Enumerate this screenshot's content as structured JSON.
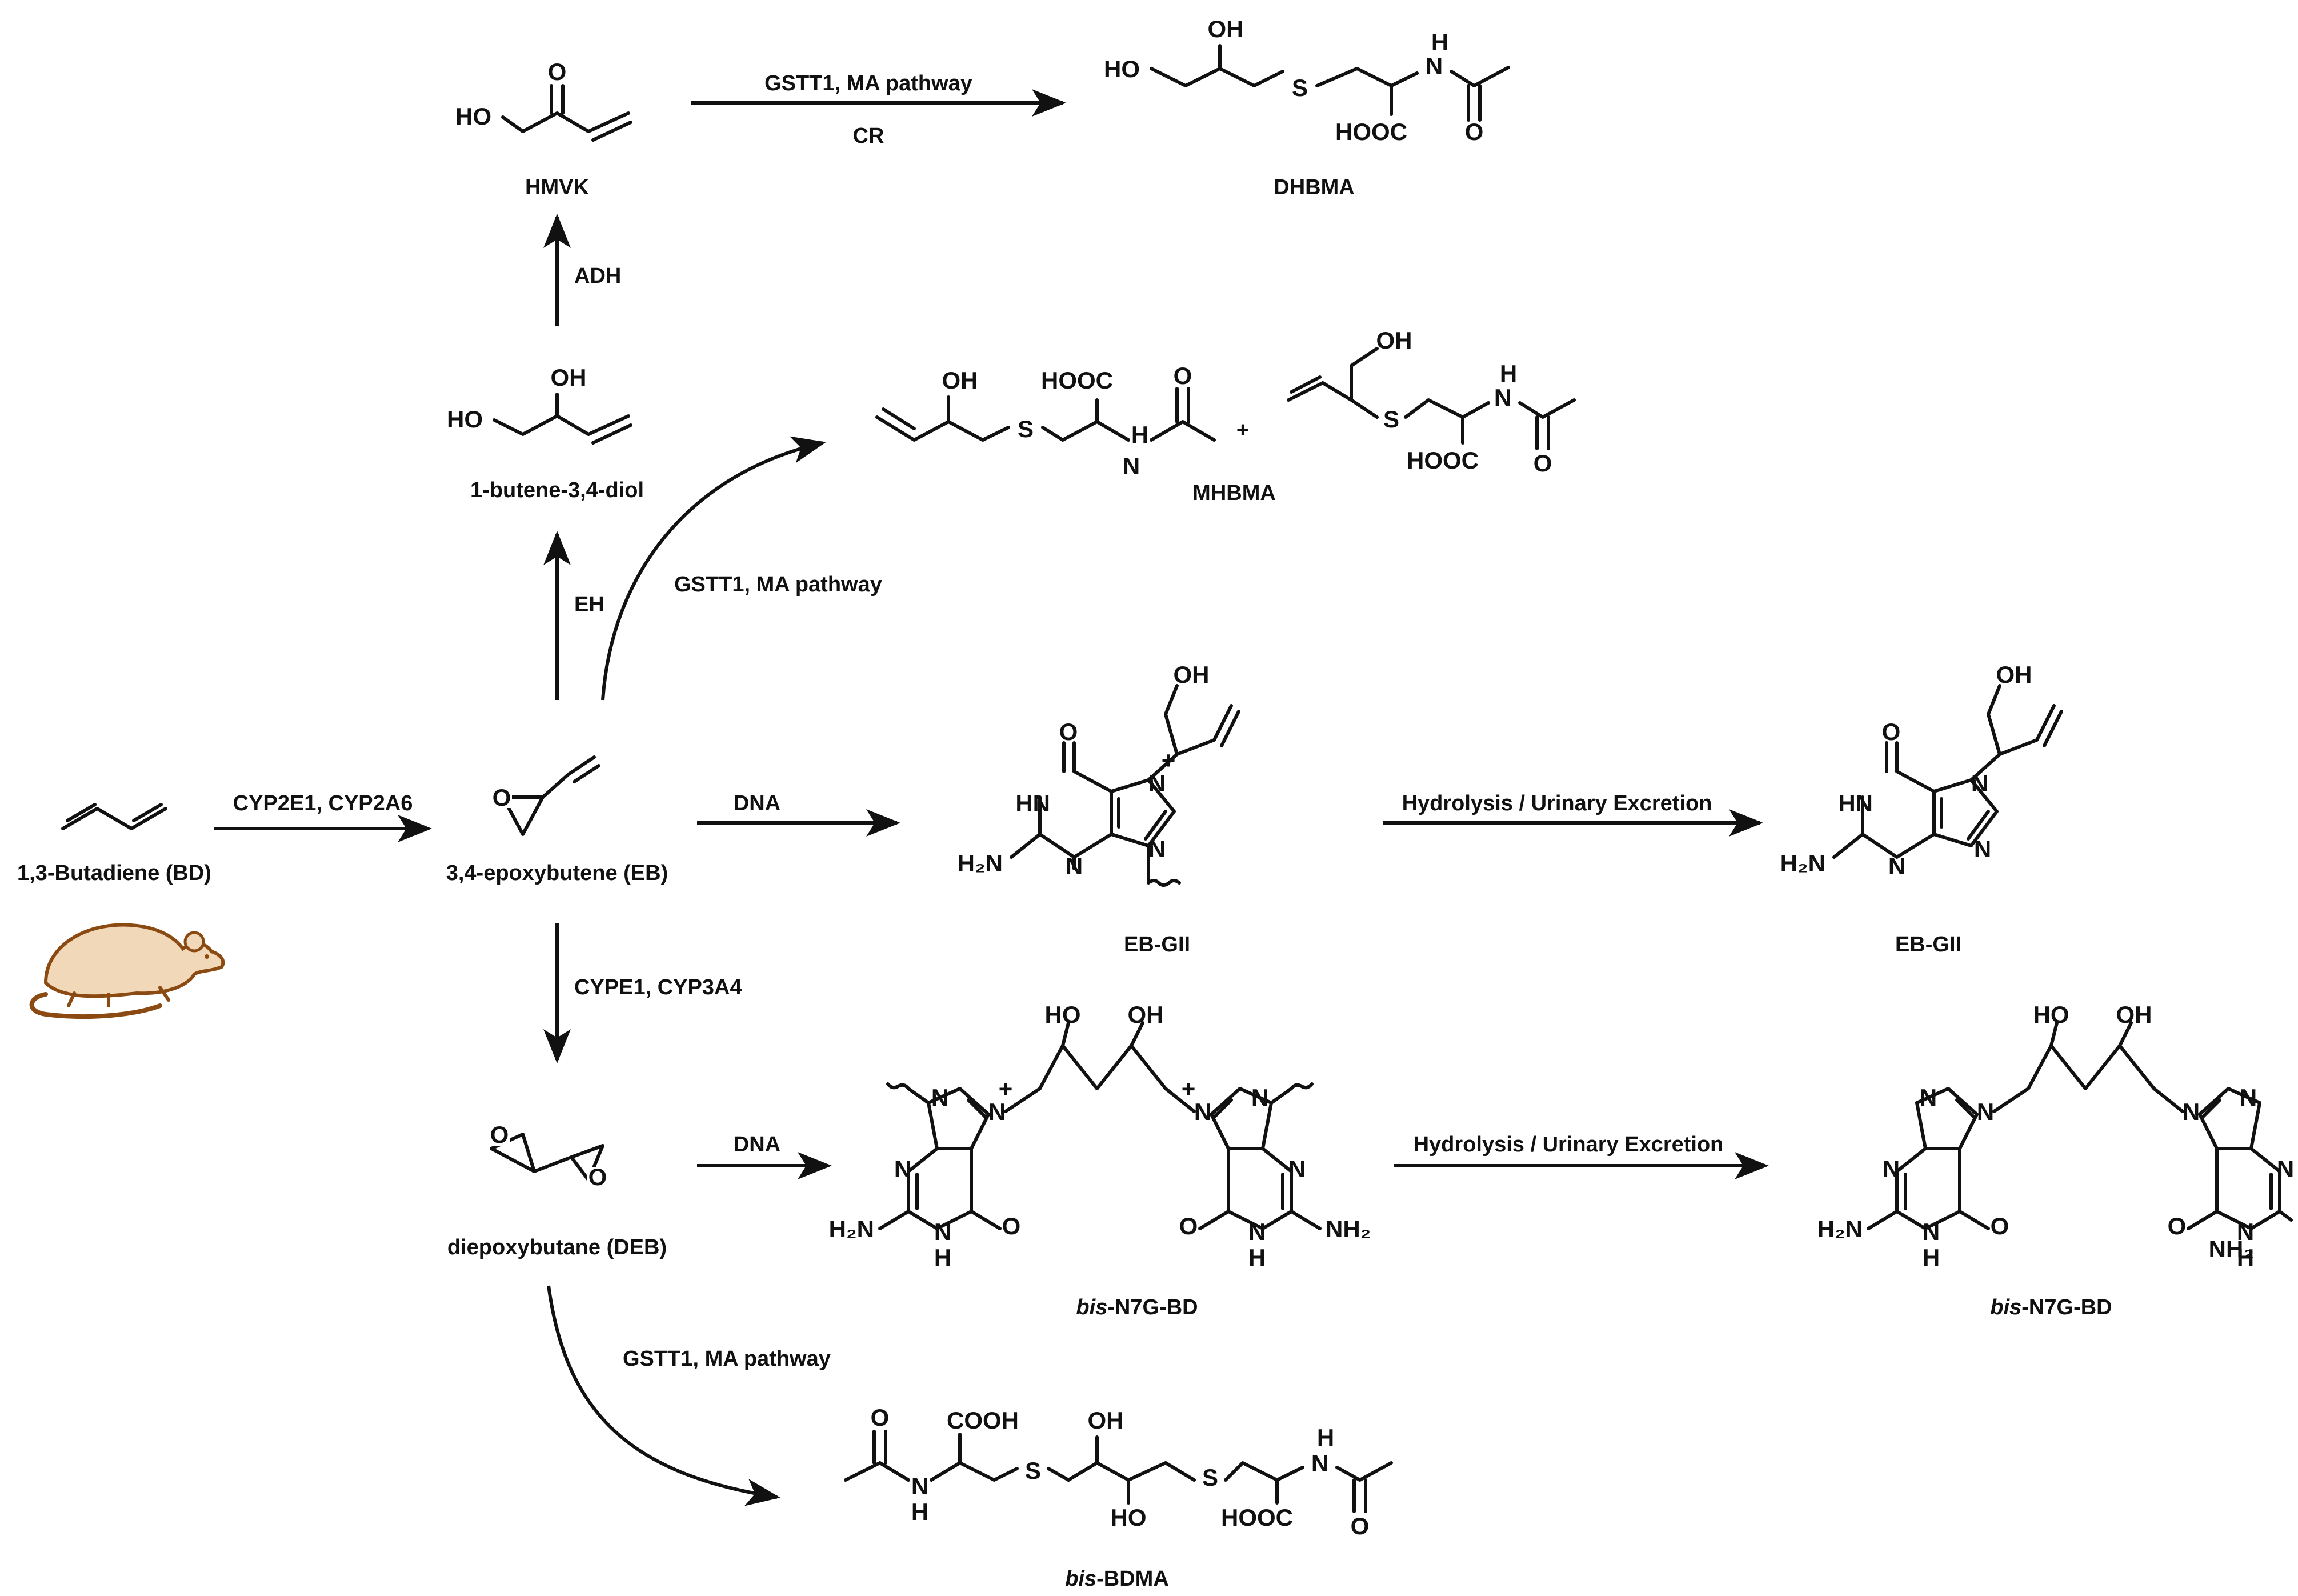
{
  "compounds": {
    "bd": "1,3-Butadiene (BD)",
    "eb": "3,4-epoxybutene (EB)",
    "diol": "1-butene-3,4-diol",
    "hmvk": "HMVK",
    "dhbma": "DHBMA",
    "mhbma": "MHBMA",
    "ebgii_adduct": "EB-GII",
    "ebgii_free": "EB-GII",
    "deb": "diepoxybutane (DEB)",
    "bisn7g_adduct_italic": "bis",
    "bisn7g_adduct_rest": "-N7G-BD",
    "bisn7g_free_italic": "bis",
    "bisn7g_free_rest": "-N7G-BD",
    "bisbdma_italic": "bis",
    "bisbdma_rest": "-BDMA"
  },
  "reactions": {
    "bd_to_eb": "CYP2E1, CYP2A6",
    "eb_to_diol": "EH",
    "diol_to_hmvk": "ADH",
    "hmvk_to_dhbma_top": "GSTT1, MA pathway",
    "hmvk_to_dhbma_bottom": "CR",
    "eb_to_mhbma": "GSTT1, MA pathway",
    "eb_to_ebgii": "DNA",
    "ebgii_hydrolysis": "Hydrolysis / Urinary Excretion",
    "eb_to_deb": "CYPE1, CYP3A4",
    "deb_to_bisn7g": "DNA",
    "bisn7g_hydrolysis": "Hydrolysis / Urinary Excretion",
    "deb_to_bisbdma": "GSTT1, MA pathway"
  },
  "plus_sign": "+",
  "atoms": {
    "oh": "OH",
    "ho": "HO",
    "o": "O",
    "s": "S",
    "n": "N",
    "h": "H",
    "hn": "HN",
    "cooh": "COOH",
    "hooc": "HOOC",
    "h2n": "H₂N",
    "nh2": "NH₂",
    "plus": "+"
  },
  "colors": {
    "ink": "#111111",
    "rat_fill": "#f0d8b8",
    "rat_stroke": "#8b4a12"
  },
  "icons": {
    "rat": "rat-icon"
  }
}
